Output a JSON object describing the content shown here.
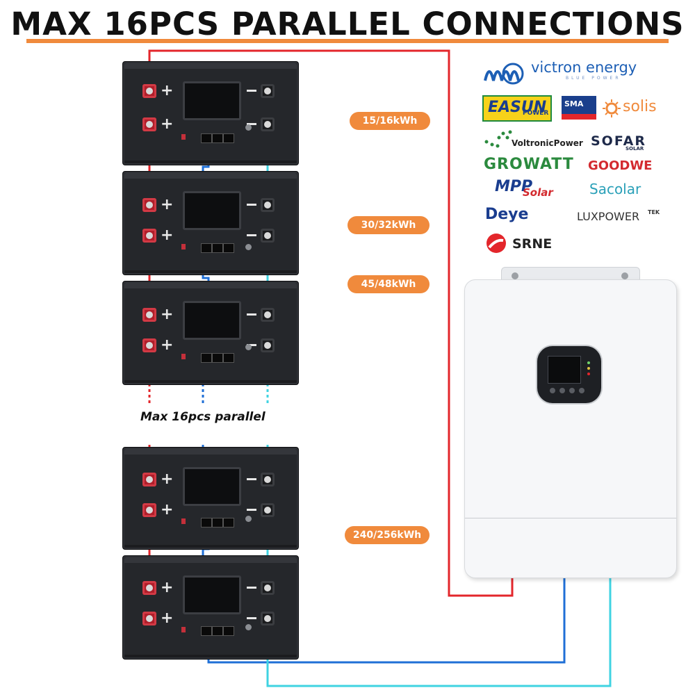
{
  "title": "MAX 16PCS PARALLEL CONNECTIONS",
  "capacities": [
    "15/16kWh",
    "30/32kWh",
    "45/48kWh",
    "240/256kWh"
  ],
  "parallel_note": "Max 16pcs parallel",
  "battery_labels": {
    "plus": "+"
  },
  "brands": {
    "victron": {
      "name": "victron energy",
      "tagline": "BLUE POWER"
    },
    "easun": "EASUN",
    "easun_sub": "POWER",
    "sma": "SMA",
    "solis": "solis",
    "voltronic": "VoltronicPower",
    "sofar": "SOFAR",
    "sofar_sub": "SOLAR",
    "growatt": "GROWATT",
    "goodwe": "GOODWE",
    "mpp": "MPP",
    "mpp_sub": "Solar",
    "sacolar": "Sacolar",
    "deye": "Deye",
    "luxpower": "LUXPOWER",
    "luxpower_tek": "TEK",
    "srne": "SRNE"
  },
  "colors": {
    "accent": "#f08a3c",
    "positive_wire": "#e3262b",
    "comm_wire": "#1f6fd6",
    "negative_wire": "#3fd3e2",
    "battery_body": "#25272b",
    "inverter_body": "#f6f7f9"
  },
  "icons": [
    "victron-logo-icon",
    "solis-sun-icon",
    "voltronic-dots-icon",
    "srne-logo-icon",
    "battery-lcd-icon",
    "inverter-display-icon"
  ]
}
